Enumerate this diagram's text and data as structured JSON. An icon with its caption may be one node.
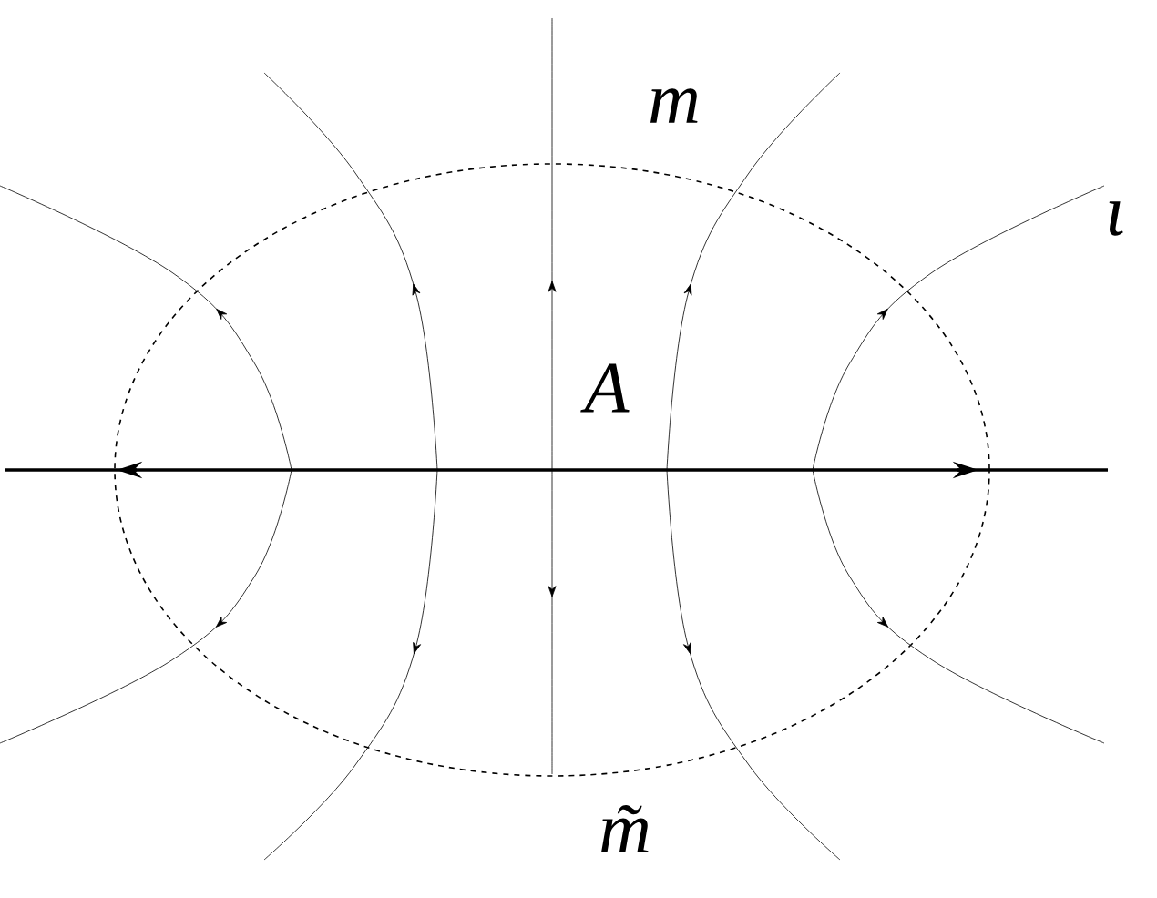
{
  "diagram": {
    "labels": [
      "m",
      "ι",
      "A",
      "m̃"
    ]
  }
}
